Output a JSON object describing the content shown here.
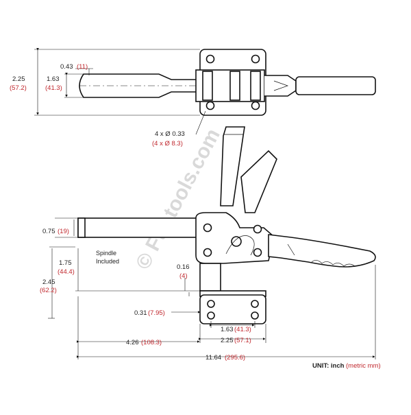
{
  "watermark": "© Ftp.tools.com",
  "top_view": {
    "dim_overall_height": {
      "value": "2.25",
      "metric": "(57.2)"
    },
    "dim_bolt_spacing": {
      "value": "1.63",
      "metric": "(41.3)"
    },
    "dim_handle_width": {
      "value": "0.43",
      "metric": "(11)"
    },
    "dim_holes": {
      "value": "4 x Ø 0.33",
      "metric": "(4 x Ø 8.3)"
    }
  },
  "side_view": {
    "dim_bar_thickness": {
      "value": "0.75",
      "metric": "(19)"
    },
    "dim_spindle_height": {
      "value": "1.75",
      "metric": "(44.4)"
    },
    "dim_base_height": {
      "value": "2.45",
      "metric": "(62.2)"
    },
    "dim_small_offset": {
      "value": "0.16",
      "metric": "(4)"
    },
    "dim_plate_thickness": {
      "value": "0.31",
      "metric": "(7.95)"
    },
    "dim_hole_spacing": {
      "value": "1.63",
      "metric": "(41.3)"
    },
    "dim_base_width": {
      "value": "2.25",
      "metric": "(57.1)"
    },
    "dim_reach": {
      "value": "4.26",
      "metric": "(108.3)"
    },
    "dim_overall_length": {
      "value": "11.64",
      "metric": "(295.6)"
    },
    "spindle_note_line1": "Spindle",
    "spindle_note_line2": "Included"
  },
  "units": {
    "label": "UNIT: inch",
    "metric_label": "(metric mm)"
  },
  "colors": {
    "line": "#111111",
    "metric_text": "#c0272d",
    "watermark": "#d9d9d9"
  }
}
